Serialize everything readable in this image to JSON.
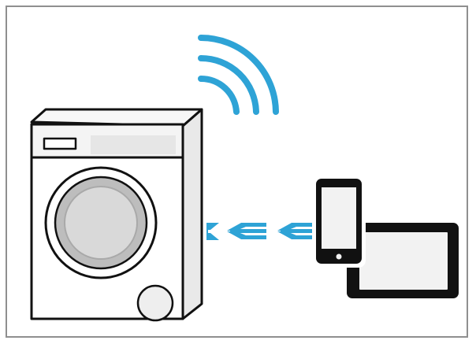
{
  "scene": {
    "caption": "",
    "devices": {
      "appliance": "washing-machine",
      "phone": "smartphone",
      "tablet": "tablet"
    },
    "signals": {
      "wireless": "wifi-signal",
      "transfer": "data-transfer-arrows"
    },
    "colors": {
      "outline": "#111111",
      "frame": "#8f8f8f",
      "signal": "#2ea3d6",
      "screen": "#f2f2f2",
      "panel": "#e6e6e6",
      "door_glass": "#d9d9d9"
    }
  }
}
